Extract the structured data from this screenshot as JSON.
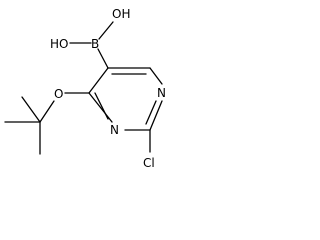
{
  "molecule": {
    "atoms": {
      "oh_top": "OH",
      "ho_left": "HO",
      "boron": "B",
      "oxygen_ether": "O",
      "nitrogen_right": "N",
      "nitrogen_bottom": "N",
      "chlorine": "Cl"
    }
  },
  "colors": {
    "bond": "#000000",
    "label": "#000000",
    "background": "#ffffff"
  }
}
